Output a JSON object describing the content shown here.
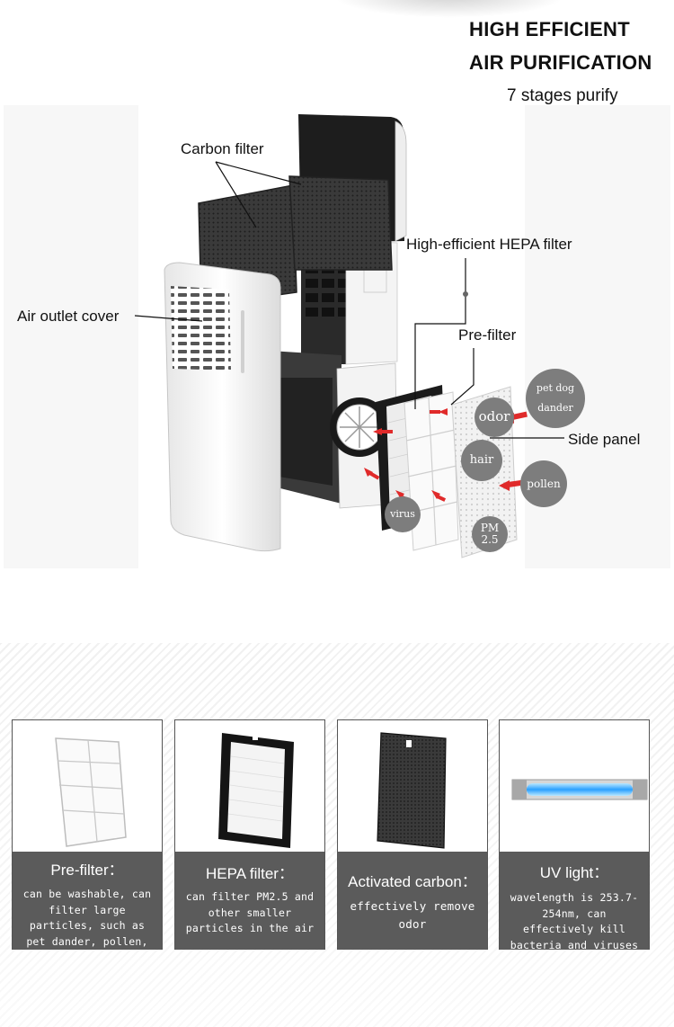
{
  "header": {
    "line1": "HIGH EFFICIENT",
    "line2": "AIR PURIFICATION",
    "subtitle": "7 stages purify"
  },
  "diagram": {
    "callouts": {
      "carbon_filter": "Carbon filter",
      "hepa_filter": "High-efficient HEPA filter",
      "air_outlet_cover": "Air outlet cover",
      "pre_filter": "Pre-filter",
      "side_panel": "Side panel"
    },
    "bubbles": {
      "pet_dog_line1": "pet dog",
      "pet_dog_line2": "dander",
      "odor": "odor",
      "hair": "hair",
      "pollen": "pollen",
      "virus": "virus",
      "pm_line1": "PM",
      "pm_line2": "2.5"
    },
    "colors": {
      "bubble": "#7d7d7d",
      "arrow": "#e02a2a"
    }
  },
  "cards": [
    {
      "title": "Pre-filter：",
      "desc": "can be washable, can filter large particles, such as pet dander, pollen,",
      "icon": "pre-filter-panel-icon"
    },
    {
      "title": "HEPA filter：",
      "desc": "can filter PM2.5 and other smaller particles in the air",
      "icon": "hepa-filter-icon"
    },
    {
      "title": "Activated carbon：",
      "desc": "effectively remove odor",
      "icon": "carbon-filter-icon"
    },
    {
      "title": "UV light：",
      "desc": "wavelength is 253.7-254nm, can effectively kill bacteria and viruses",
      "icon": "uv-lamp-icon"
    }
  ],
  "colors": {
    "card_caption": "#5b5b5b",
    "card_border": "#555555"
  }
}
